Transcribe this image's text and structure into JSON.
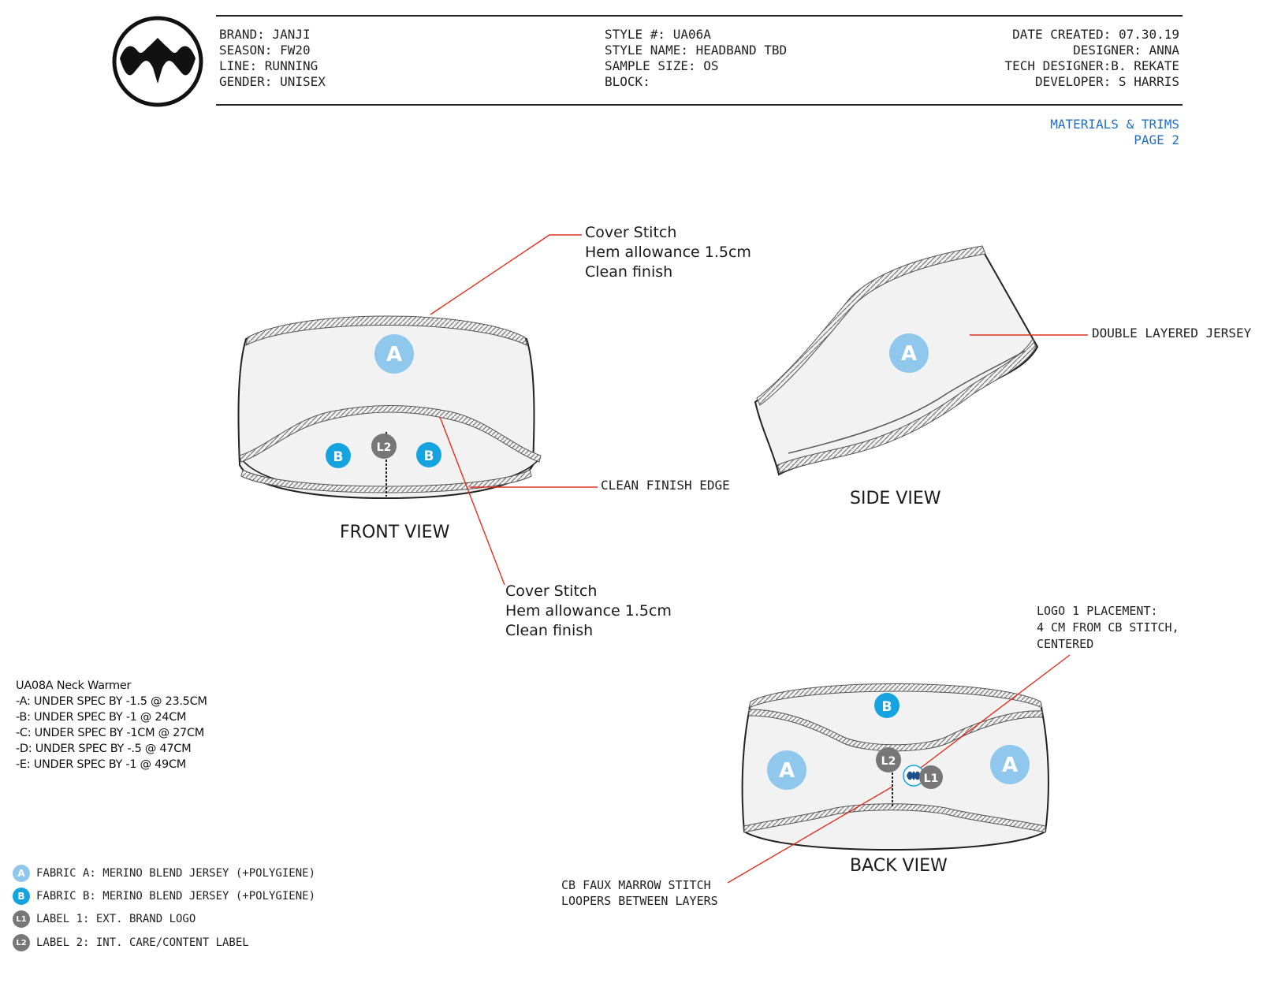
{
  "header": {
    "left": [
      "BRAND: JANJI",
      "SEASON: FW20",
      "LINE: RUNNING",
      "GENDER: UNISEX"
    ],
    "middle": [
      "STYLE #: UA06A",
      "STYLE NAME: HEADBAND TBD",
      "SAMPLE SIZE: OS",
      "BLOCK:"
    ],
    "right": [
      "DATE CREATED: 07.30.19",
      "DESIGNER: ANNA",
      "TECH DESIGNER:B. REKATE",
      "DEVELOPER: S HARRIS"
    ],
    "section": [
      "MATERIALS & TRIMS",
      "PAGE 2"
    ]
  },
  "views": {
    "front": "FRONT VIEW",
    "side": "SIDE VIEW",
    "back": "BACK VIEW"
  },
  "annotations": {
    "cover_stitch_top": [
      "Cover Stitch",
      "Hem allowance 1.5cm",
      "Clean finish"
    ],
    "cover_stitch_bottom": [
      "Cover Stitch",
      "Hem allowance 1.5cm",
      "Clean finish"
    ],
    "clean_finish_edge": "CLEAN FINISH EDGE",
    "double_layered": "DOUBLE LAYERED JERSEY",
    "logo_placement": [
      "LOGO 1 PLACEMENT:",
      "4 CM FROM CB STITCH,",
      "CENTERED"
    ],
    "cb_faux": [
      "CB FAUX MARROW STITCH",
      "LOOPERS BETWEEN LAYERS"
    ]
  },
  "markers": {
    "a": "A",
    "b": "B",
    "l1": "L1",
    "l2": "L2"
  },
  "spec_notes": [
    "UA08A Neck Warmer",
    "-A: UNDER SPEC BY -1.5 @ 23.5CM",
    "-B: UNDER SPEC BY -1 @ 24CM",
    "-C: UNDER SPEC BY -1CM @ 27CM",
    "-D: UNDER SPEC BY -.5 @ 47CM",
    "-E: UNDER SPEC BY -1 @ 49CM"
  ],
  "legend": [
    {
      "marker": "A",
      "text": "FABRIC A: MERINO BLEND JERSEY (+POLYGIENE)",
      "color": "#8fc8ec"
    },
    {
      "marker": "B",
      "text": "FABRIC B: MERINO BLEND JERSEY (+POLYGIENE)",
      "color": "#16a4e0"
    },
    {
      "marker": "L1",
      "text": "LABEL 1: EXT. BRAND LOGO",
      "color": "#777777"
    },
    {
      "marker": "L2",
      "text": "LABEL 2: INT. CARE/CONTENT LABEL",
      "color": "#777777"
    }
  ],
  "colors": {
    "fabric_a": "#8fc8ec",
    "fabric_b": "#16a4e0",
    "label": "#777777",
    "callout_line": "#e0301e",
    "section_blue": "#1f6fc5"
  }
}
